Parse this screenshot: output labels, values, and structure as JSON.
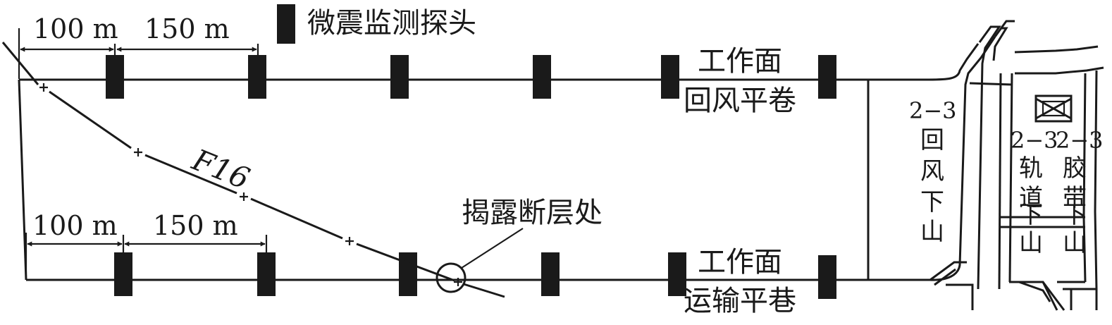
{
  "legend": {
    "label": "微震监测探头"
  },
  "dimensions": {
    "top": {
      "first": "100 m",
      "second": "150 m"
    },
    "bottom": {
      "first": "100 m",
      "second": "150 m"
    }
  },
  "fault": {
    "label": "F16"
  },
  "exposure": {
    "label": "揭露断层处"
  },
  "roadways": {
    "return": {
      "line1": "工作面",
      "line2": "回风平卷"
    },
    "haulage": {
      "line1": "工作面",
      "line2": "运输平巷"
    }
  },
  "mains": {
    "return_downhill": {
      "code": "2−3",
      "chars": [
        "回",
        "风",
        "下",
        "山"
      ]
    },
    "track_downhill": {
      "code": "2−3",
      "chars": [
        "轨",
        "道",
        "下",
        "山"
      ]
    },
    "belt_downhill": {
      "code": "2−3",
      "chars": [
        "胶",
        "带",
        "下",
        "山"
      ]
    }
  },
  "colors": {
    "ink": "#1a1a1a",
    "background": "#ffffff"
  }
}
